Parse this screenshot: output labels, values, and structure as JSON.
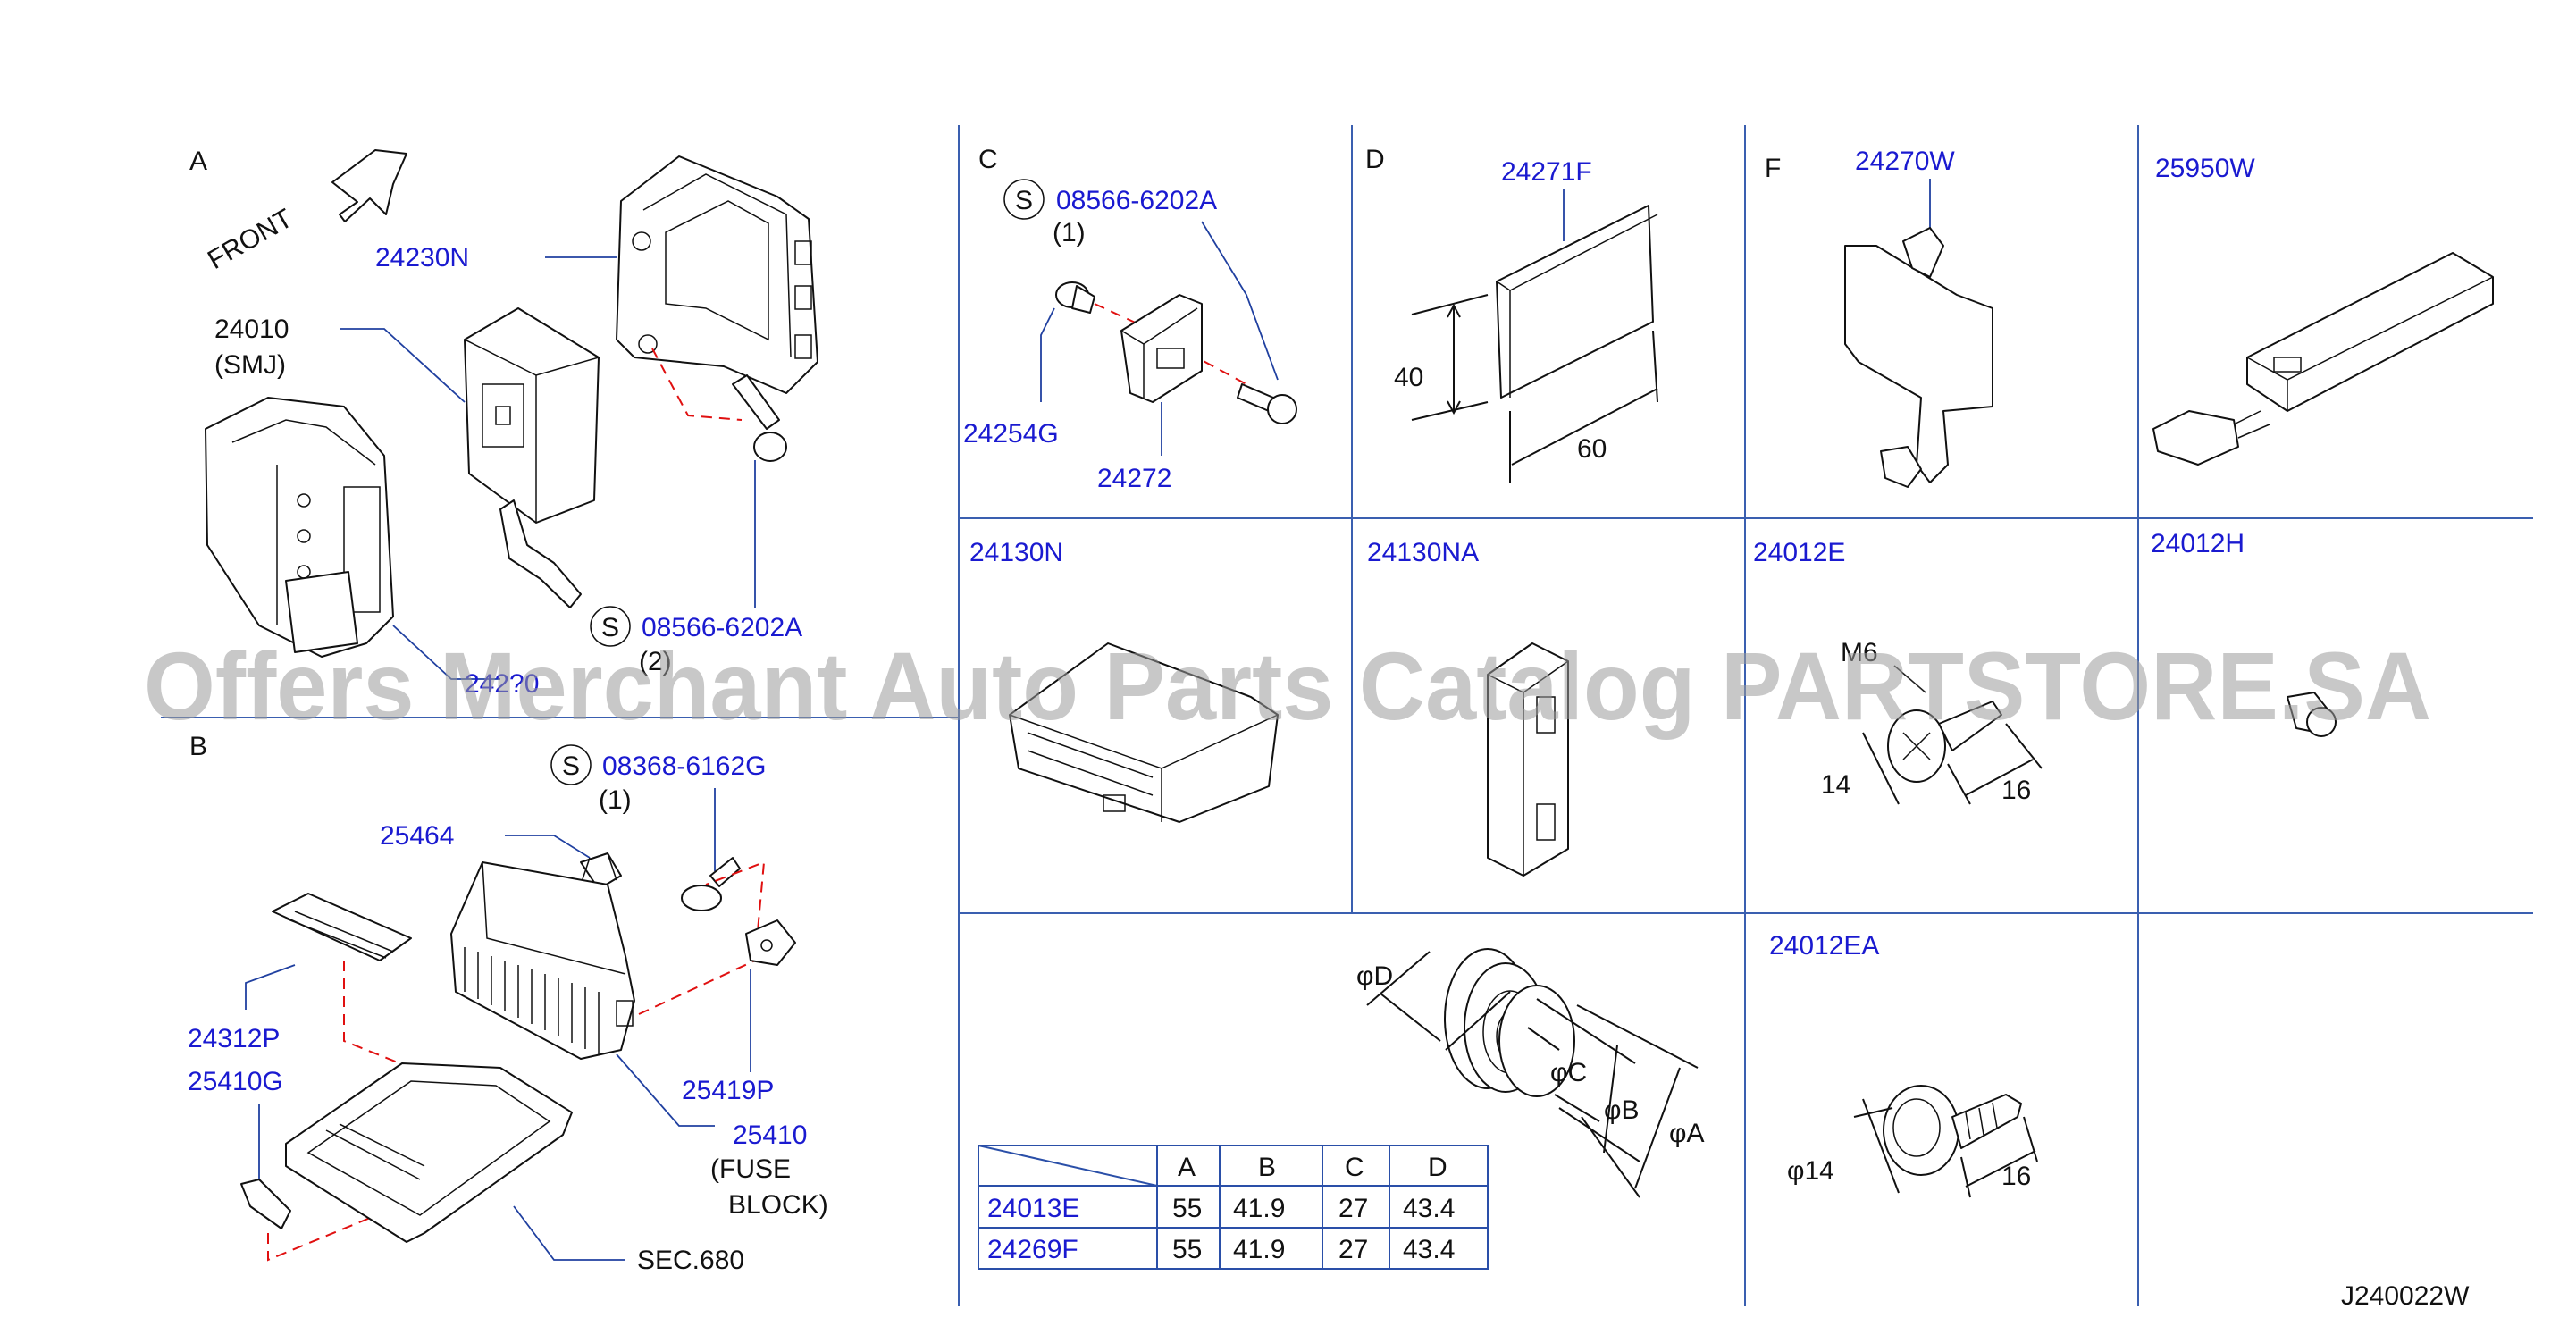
{
  "sections": {
    "a": {
      "letter": "A",
      "front_label": "FRONT",
      "part_24230n": "24230N",
      "part_24010": "24010",
      "part_24010_sub": "(SMJ)",
      "s_symbol": "S",
      "bolt_part": "08566-6202A",
      "bolt_qty": "(2)",
      "hidden_label": "242?0"
    },
    "b": {
      "letter": "B",
      "s_symbol": "S",
      "bolt_part": "08368-6162G",
      "bolt_qty": "(1)",
      "part_25464": "25464",
      "part_24312p": "24312P",
      "part_25410g": "25410G",
      "part_25419p": "25419P",
      "part_25410": "25410",
      "fuse_line1": "(FUSE",
      "fuse_line2": "BLOCK)",
      "sec_ref": "SEC.680"
    },
    "c": {
      "letter": "C",
      "s_symbol": "S",
      "bolt_part": "08566-6202A",
      "bolt_qty": "(1)",
      "part_24254g": "24254G",
      "part_24272": "24272"
    },
    "d": {
      "letter": "D",
      "part": "24271F",
      "dim_height": "40",
      "dim_width": "60"
    },
    "f": {
      "letter": "F",
      "part": "24270W"
    },
    "cell_25950w": {
      "part": "25950W"
    },
    "cell_24130n": {
      "part": "24130N"
    },
    "cell_24130na": {
      "part": "24130NA"
    },
    "cell_24012e": {
      "part": "24012E",
      "thread": "M6",
      "dim_head": "14",
      "dim_len": "16"
    },
    "cell_24012h": {
      "part": "24012H"
    },
    "grommet": {
      "dim_a": "φA",
      "dim_b": "φB",
      "dim_c": "φC",
      "dim_d": "φD",
      "table": {
        "headers": [
          "A",
          "B",
          "C",
          "D"
        ],
        "rows": [
          {
            "part": "24013E",
            "values": [
              "55",
              "41.9",
              "27",
              "43.4"
            ]
          },
          {
            "part": "24269F",
            "values": [
              "55",
              "41.9",
              "27",
              "43.4"
            ]
          }
        ]
      }
    },
    "cell_24012ea": {
      "part": "24012EA",
      "dim_head": "φ14",
      "dim_len": "16"
    }
  },
  "drawing_code": "J240022W",
  "watermark": "Offers Merchant Auto Parts Catalog PARTSTORE.SA",
  "colors": {
    "label_blue": "#1a1ad0",
    "grid_blue": "#3a5fb0",
    "leader_red": "#e01010",
    "watermark_gray": "#9a9a9a"
  }
}
